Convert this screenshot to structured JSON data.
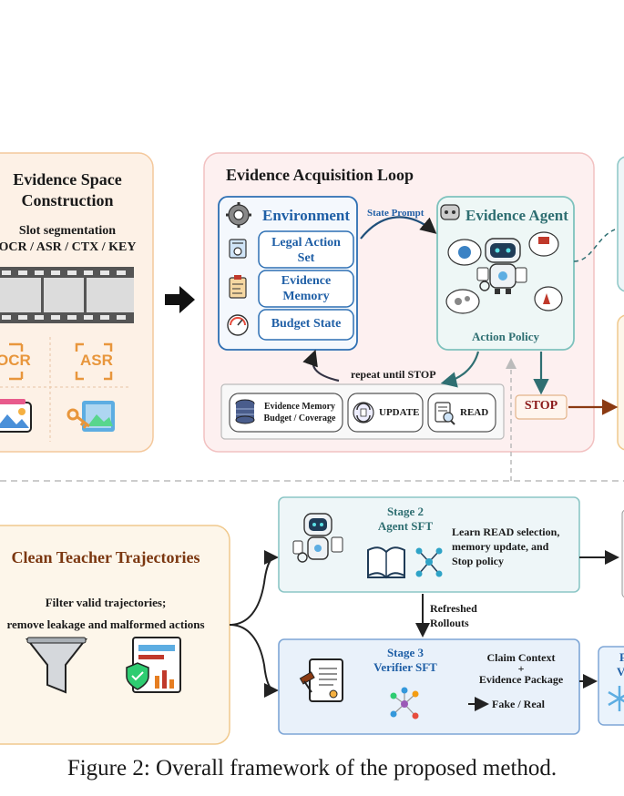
{
  "evidence_space": {
    "title_line1": "Evidence Space",
    "title_line2": "Construction",
    "subtitle_line1": "Slot segmentation",
    "subtitle_line2": "OCR / ASR / CTX / KEY",
    "tile_ocr": "OCR",
    "tile_asr": "ASR"
  },
  "loop": {
    "title": "Evidence Acquisition Loop",
    "environment_label": "Environment",
    "legal_action_line1": "Legal Action",
    "legal_action_line2": "Set",
    "evidence_memory_line1": "Evidence",
    "evidence_memory_line2": "Memory",
    "budget_state": "Budget State",
    "state_prompt": "State Prompt",
    "agent_label": "Evidence Agent",
    "action_policy": "Action Policy",
    "repeat_until": "repeat until STOP",
    "bottom_memory_line1": "Evidence Memory",
    "bottom_memory_line2": "Budget / Coverage",
    "update": "UPDATE",
    "read": "READ",
    "stop": "STOP"
  },
  "teacher": {
    "title": "Clean Teacher Trajectories",
    "desc_line1": "Filter valid trajectories;",
    "desc_line2": "remove leakage and malformed actions"
  },
  "stage2": {
    "title_line1": "Stage 2",
    "title_line2": "Agent SFT",
    "desc_line1": "Learn READ selection,",
    "desc_line2": "memory update,  and",
    "desc_line3": "Stop policy"
  },
  "refreshed": {
    "line1": "Refreshed",
    "line2": "Rollouts"
  },
  "stage3": {
    "title_line1": "Stage 3",
    "title_line2": "Verifier SFT",
    "claim_context": "Claim Context",
    "plus": "+",
    "evidence_package": "Evidence Package",
    "fake_real": "Fake / Real"
  },
  "right_edge": {
    "letter_f": "F",
    "letter_v": "V"
  },
  "caption": "Figure 2: Overall framework of the proposed method.",
  "colors": {
    "orange_panel_bg": "#fdf1e6",
    "orange_panel_border": "#f4c89c",
    "pink_panel_bg": "#fdf0f0",
    "pink_panel_border": "#f2c1c1",
    "env_border": "#2d6fb3",
    "agent_bg": "#eef7f6",
    "agent_border": "#7ec2bd",
    "teal_arrow": "#2f6f72",
    "stop_brown": "#8b3a12",
    "stage_bg": "#eef6f8",
    "stage_border": "#8cc6c6",
    "stage3_bg": "#e9f1fa",
    "stage3_border": "#7ea6d6",
    "title_brown": "#7b3710",
    "title_blue": "#1f5fa6"
  }
}
